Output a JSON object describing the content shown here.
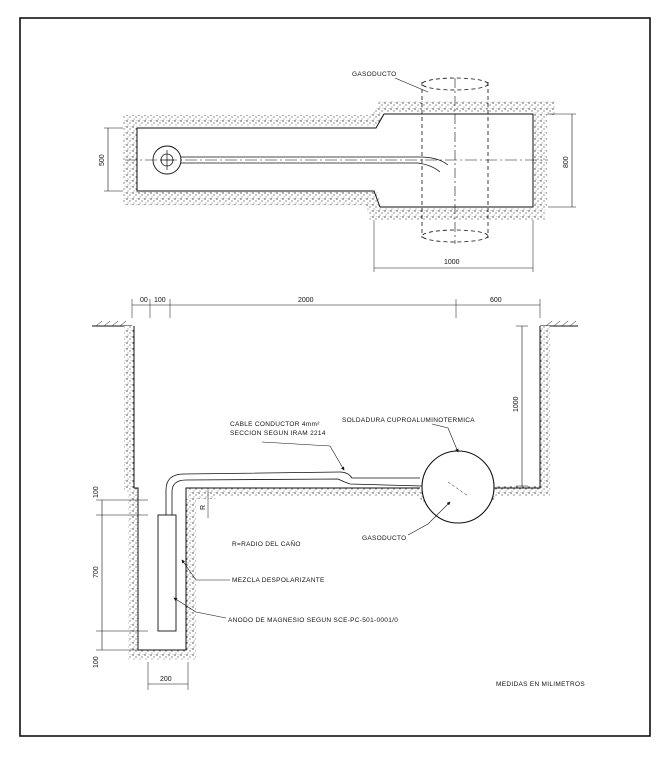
{
  "top_view": {
    "gas_label": "GASODUCTO",
    "dim_left": "500",
    "dim_right": "800",
    "dim_bottom": "1000"
  },
  "section_view": {
    "dim_a": "00",
    "dim_b": "100",
    "dim_c": "2000",
    "dim_d": "600",
    "dim_depth": "1000",
    "dim_r": "R",
    "dim_top100": "100",
    "dim_700": "700",
    "dim_bot100": "100",
    "dim_width": "200",
    "soldadura": "SOLDADURA CUPROALUMINOTERMICA",
    "cable_line1": "CABLE CONDUCTOR 4mm²",
    "cable_line2": "SECCION SEGUN IRAM 2214",
    "gasoducto": "GASODUCTO",
    "radio": "R=RADIO DEL CAÑO",
    "mezcla": "MEZCLA DESPOLARIZANTE",
    "anodo": "ANODO DE MAGNESIO SEGUN SCE-PC-501-0001/0",
    "medidas": "MEDIDAS EN MILIMETROS"
  }
}
